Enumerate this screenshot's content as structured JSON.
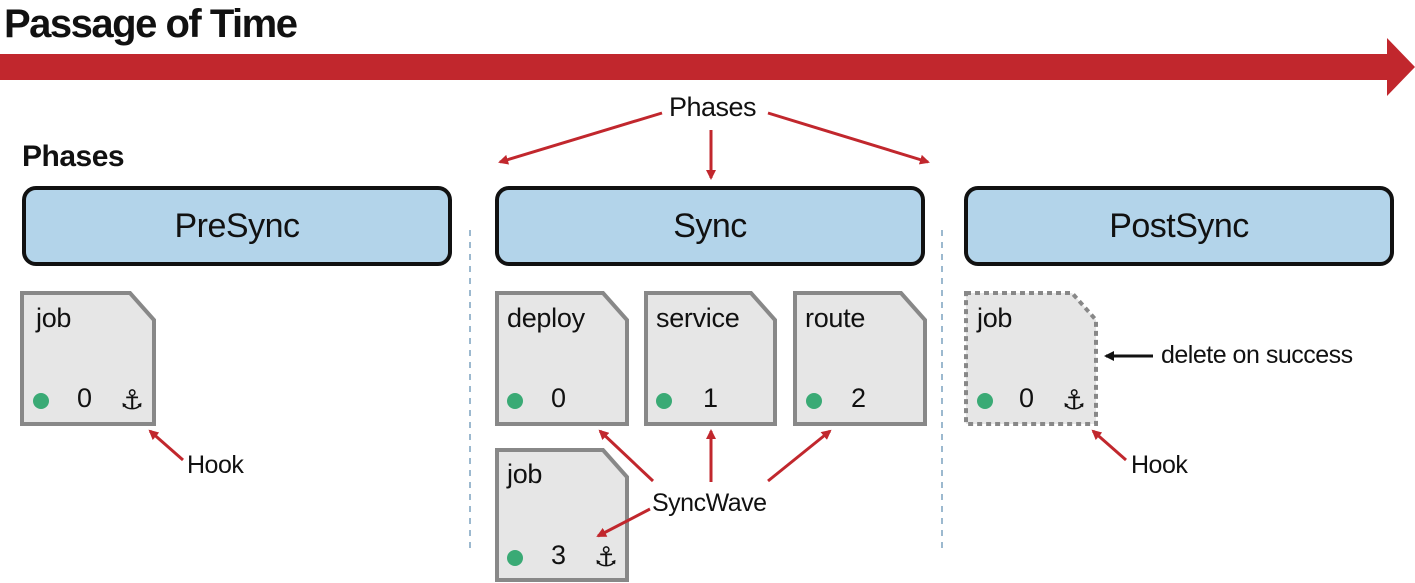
{
  "title": "Passage of Time",
  "phases_heading": "Phases",
  "phases_callout": "Phases",
  "phases": [
    {
      "name": "PreSync"
    },
    {
      "name": "Sync"
    },
    {
      "name": "PostSync"
    }
  ],
  "cards": {
    "presync_job": {
      "kind": "job",
      "wave": "0",
      "hook": true,
      "status_color": "#3aaa75"
    },
    "sync_deploy": {
      "kind": "deploy",
      "wave": "0",
      "hook": false,
      "status_color": "#3aaa75"
    },
    "sync_service": {
      "kind": "service",
      "wave": "1",
      "hook": false,
      "status_color": "#3aaa75"
    },
    "sync_route": {
      "kind": "route",
      "wave": "2",
      "hook": false,
      "status_color": "#3aaa75"
    },
    "sync_job": {
      "kind": "job",
      "wave": "3",
      "hook": true,
      "status_color": "#3aaa75"
    },
    "postsync_job": {
      "kind": "job",
      "wave": "0",
      "hook": true,
      "status_color": "#3aaa75"
    }
  },
  "anchor_glyph": "⚓",
  "notes": {
    "hook_left": "Hook",
    "hook_right": "Hook",
    "syncwave": "SyncWave",
    "delete_on_success": "delete on success"
  },
  "colors": {
    "time_arrow": "#c1272d",
    "callout_arrow": "#c1272d",
    "phase_fill": "#b3d4ea",
    "card_fill": "#e6e6e6",
    "card_border": "#888888",
    "divider": "#9cb9cf"
  }
}
